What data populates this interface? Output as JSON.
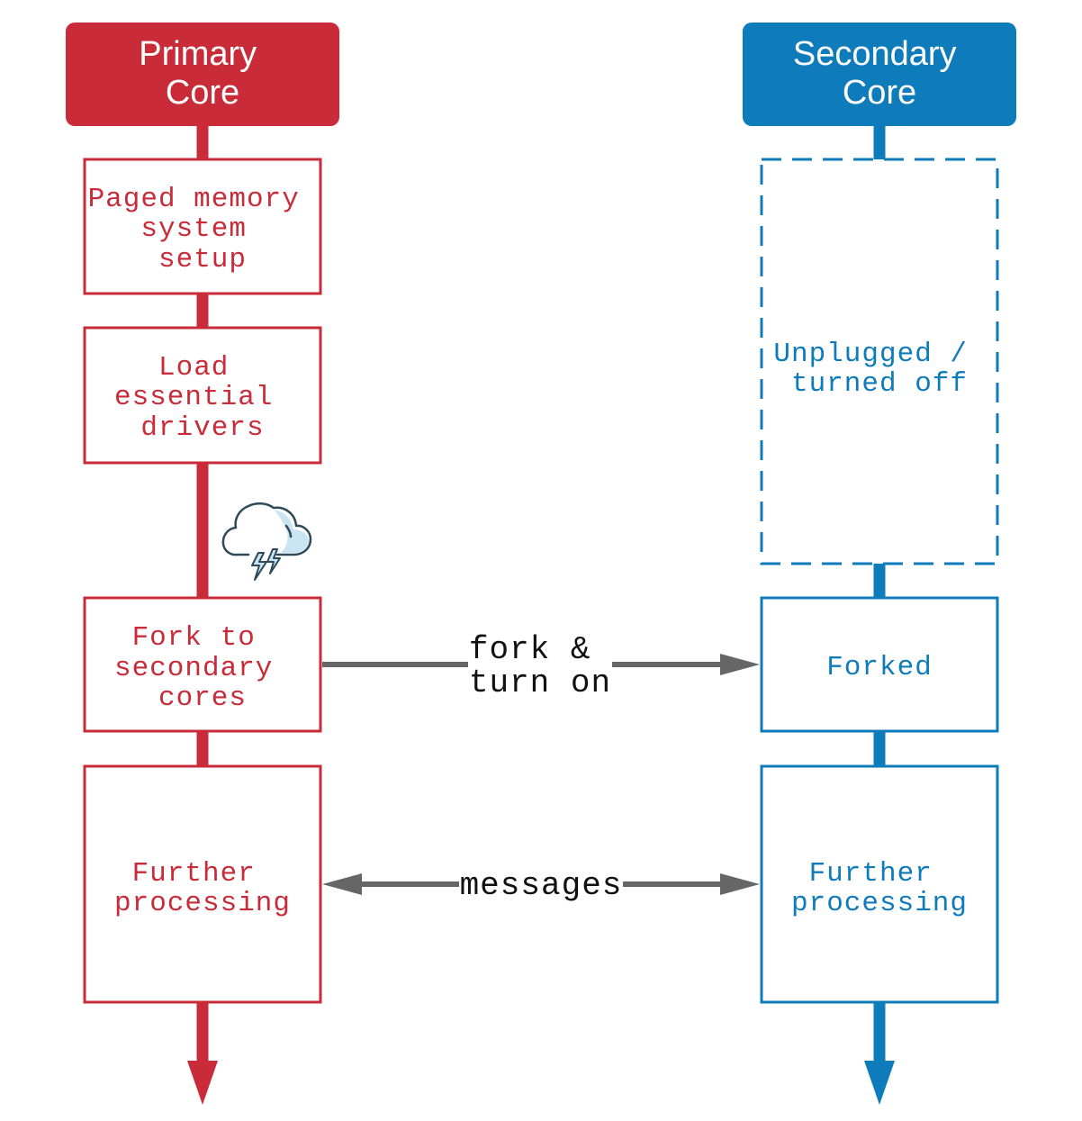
{
  "colors": {
    "primary": "#c92b39",
    "secondary": "#0e7bbb",
    "arrow": "#666666",
    "background": "#ffffff"
  },
  "primary": {
    "title_lines": [
      "Primary",
      "Core"
    ],
    "steps": [
      {
        "lines": [
          "Paged memory",
          "system",
          "setup"
        ]
      },
      {
        "lines": [
          "Load",
          "essential",
          "drivers"
        ]
      },
      {
        "lines": [
          "Fork to",
          "secondary",
          "cores"
        ]
      },
      {
        "lines": [
          "Further",
          "processing"
        ]
      }
    ],
    "icon": "storm-cloud-icon"
  },
  "secondary": {
    "title_lines": [
      "Secondary",
      "Core"
    ],
    "steps": [
      {
        "lines": [
          "Unplugged /",
          "turned off"
        ],
        "style": "dashed"
      },
      {
        "lines": [
          "Forked"
        ]
      },
      {
        "lines": [
          "Further",
          "processing"
        ]
      }
    ]
  },
  "arrows": {
    "fork": {
      "lines": [
        "fork &",
        "turn on"
      ]
    },
    "messages": {
      "lines": [
        "messages"
      ]
    }
  }
}
